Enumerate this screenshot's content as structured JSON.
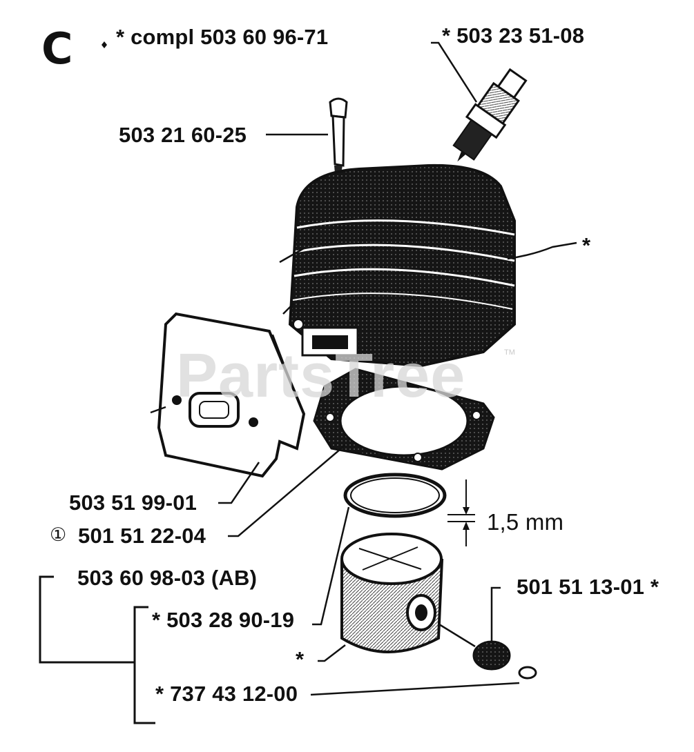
{
  "section_letter": "C",
  "watermark": "PartsTree",
  "watermark_tm": "TM",
  "labels": {
    "cylinder_complete": "*  compl 503 60 96-71",
    "spark_plug": "*  503 23 51-08",
    "bolt": "503 21 60-25",
    "cylinder_star": "*",
    "muffler_gasket": "503 51 99-01",
    "cylinder_gasket": "501 51 22-04",
    "cylinder_gasket_symbol": "①",
    "ring_thickness": "1,5 mm",
    "piston_kit": "503 60 98-03 (AB)",
    "piston_ring": "*  503 28 90-19",
    "piston_pin_bearing": "501 51 13-01  *",
    "piston_star": "*",
    "circlip": "* 737 43 12-00"
  },
  "icons": {
    "section_marker": "small-diamond-icon"
  }
}
